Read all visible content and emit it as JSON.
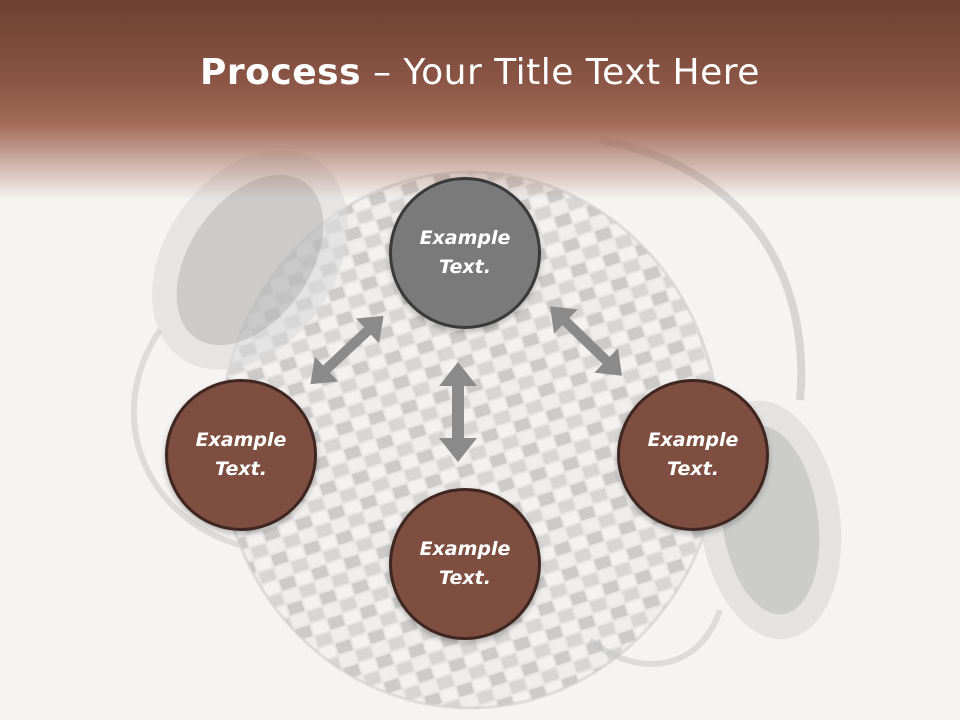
{
  "slide": {
    "title_bold": "Process",
    "title_rest": " – Your Title Text Here"
  },
  "colors": {
    "accent_brown": "#7e4f40",
    "center_gray": "#7a7a7a",
    "circle_border": "#3f2620",
    "arrow_gray": "#8a8a8a"
  },
  "nodes": [
    {
      "id": "top",
      "text": "Example Text.",
      "line1": "Example",
      "line2": "Text.",
      "style": "gray"
    },
    {
      "id": "left",
      "text": "Example Text.",
      "line1": "Example",
      "line2": "Text.",
      "style": "brown"
    },
    {
      "id": "right",
      "text": "Example Text.",
      "line1": "Example",
      "line2": "Text.",
      "style": "brown"
    },
    {
      "id": "bottom",
      "text": "Example Text.",
      "line1": "Example",
      "line2": "Text.",
      "style": "brown"
    }
  ],
  "background_image": "disco-ball-with-headphones"
}
